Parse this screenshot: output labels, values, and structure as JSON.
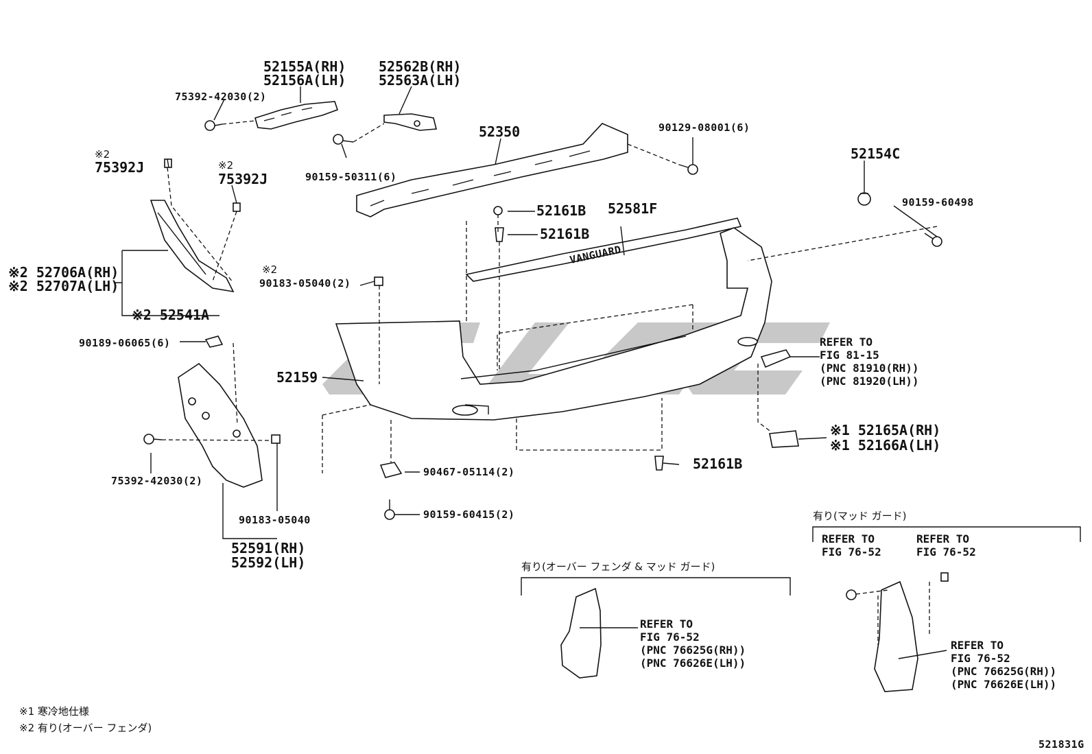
{
  "diagram": {
    "figure_code": "521831G",
    "labels": {
      "bracket_upper_rh": "52155A(RH)",
      "bracket_upper_lh": "52156A(LH)",
      "bolt_75392_top": "75392-42030(2)",
      "retainer_rh": "52562B(RH)",
      "retainer_lh": "52563A(LH)",
      "screw_90159_50311": "90159-50311(6)",
      "reinforcement": "52350",
      "bolt_90129": "90129-08001(6)",
      "fastener_52154c": "52154C",
      "screw_90159_60498": "90159-60498",
      "mark2_a": "※2",
      "clip_75392j_a": "75392J",
      "mark2_b": "※2",
      "clip_75392j_b": "75392J",
      "extension_rh": "※2 52706A(RH)",
      "extension_lh": "※2 52707A(LH)",
      "seal_52541a": "※2 52541A",
      "clip_52161b_a": "52161B",
      "clip_52161b_b": "52161B",
      "protector_52581f": "52581F",
      "mark2_c": "※2",
      "nut_90183_top": "90183-05040(2)",
      "clip_90189": "90189-06065(6)",
      "cover_52159": "52159",
      "refer_a_1": "REFER TO",
      "refer_a_2": "FIG 81-15",
      "refer_a_3": "(PNC 81910(RH))",
      "refer_a_4": "(PNC 81920(LH))",
      "cover_rh": "※1 52165A(RH)",
      "cover_lh": "※1 52166A(LH)",
      "nut_90467": "90467-05114(2)",
      "clip_52161b_c": "52161B",
      "bolt_75392_bottom": "75392-42030(2)",
      "screw_90159_60415": "90159-60415(2)",
      "nut_90183_bottom": "90183-05040",
      "guard_rh": "52591(RH)",
      "guard_lh": "52592(LH)",
      "group_fender_mud": "有り(オーバー フェンダ & マッド ガード)",
      "group_mud": "有り(マッド ガード)",
      "refer_b_1": "REFER TO",
      "refer_b_2": "FIG 76-52",
      "refer_c_1": "REFER TO",
      "refer_c_2": "FIG 76-52",
      "refer_d_1": "REFER TO",
      "refer_d_2": "FIG 76-52",
      "refer_d_3": "(PNC 76625G(RH))",
      "refer_d_4": "(PNC 76626E(LH))",
      "refer_e_1": "REFER TO",
      "refer_e_2": "FIG 76-52",
      "refer_e_3": "(PNC 76625G(RH))",
      "refer_e_4": "(PNC 76626E(LH))",
      "note_1": "※1 寒冷地仕様",
      "note_2": "※2 有り(オーバー フェンダ)"
    },
    "emblem_text": "VANGUARD",
    "watermark": "GLSC"
  }
}
